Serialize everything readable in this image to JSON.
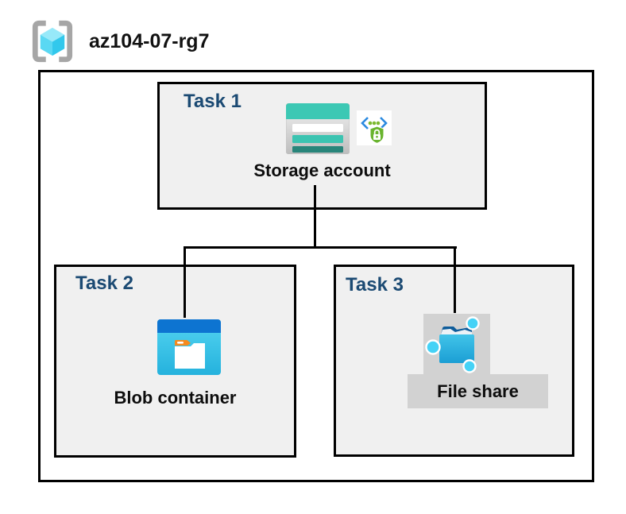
{
  "header": {
    "resource_group_name": "az104-07-rg7"
  },
  "tasks": [
    {
      "label": "Task 1",
      "item_label": "Storage account"
    },
    {
      "label": "Task 2",
      "item_label": "Blob container"
    },
    {
      "label": "Task 3",
      "item_label": "File share"
    }
  ],
  "icons": {
    "resource_group": "azure-resource-group-cube-in-brackets",
    "storage_account": "teal-striped-storage-account",
    "secure_transfer": "code-brackets-with-green-security-shield-lock",
    "blob_container": "blue-window-with-white-folder-orange-tab",
    "file_share": "blue-shared-folder-with-network-nodes"
  },
  "colors": {
    "task_label_navy": "#1b4a73",
    "box_fill_grey": "#f0f0f0",
    "selection_grey": "#d2d2d2",
    "storage_teal": "#3cc8b4",
    "storage_dark_teal": "#28857a",
    "blob_header_blue": "#0d74d1",
    "blob_body_cyan": "#2bc0e4",
    "fileshare_blue": "#1b9ed4",
    "shield_green": "#69b42e",
    "bracket_blue": "#2b8ae0",
    "line_black": "#000000"
  }
}
